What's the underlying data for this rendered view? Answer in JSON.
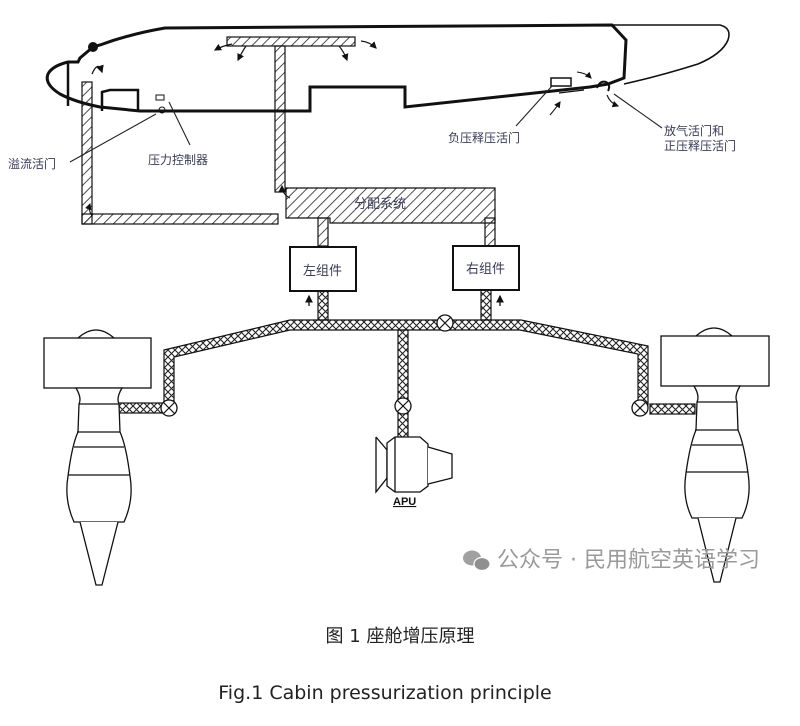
{
  "diagram": {
    "labels": {
      "spill_valve": "溢流活门",
      "pressure_controller": "压力控制器",
      "negative_relief_valve": "负压释压活门",
      "outflow_valve_line1": "放气活门和",
      "outflow_valve_line2": "正压释压活门",
      "distribution_system": "分配系统",
      "left_pack": "左组件",
      "right_pack": "右组件",
      "apu": "APU"
    },
    "watermark": "公众号 · 民用航空英语学习"
  },
  "captions": {
    "chinese": "图 1 座舱增压原理",
    "english": "Fig.1 Cabin pressurization principle"
  }
}
